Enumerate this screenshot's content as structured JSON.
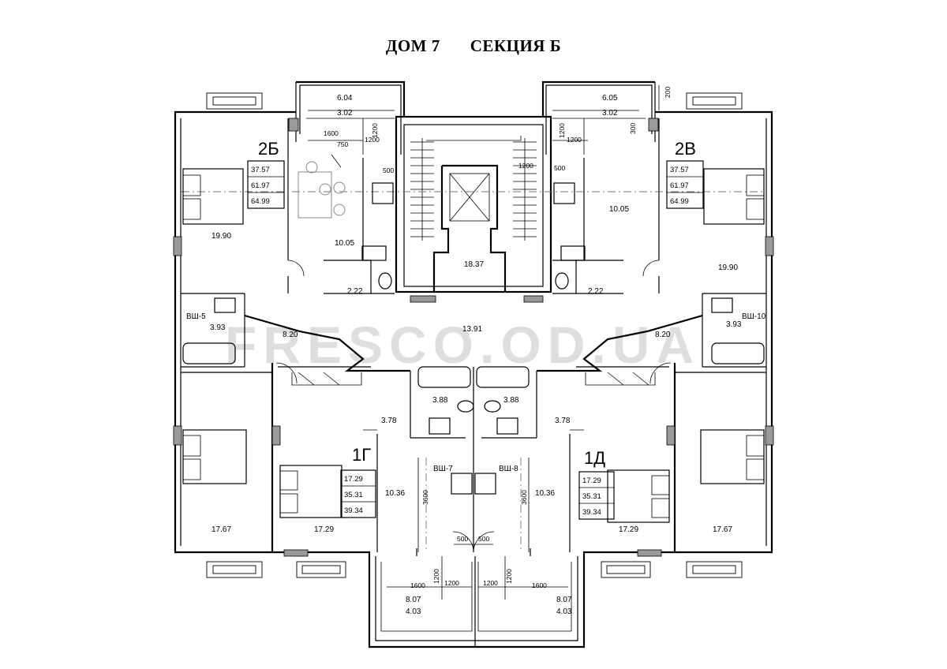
{
  "title": {
    "house": "ДОМ 7",
    "section": "СЕКЦИЯ Б"
  },
  "watermark": "FRESCO.OD.UA",
  "apartments": [
    {
      "id": "2Б",
      "areas": [
        "37.57",
        "61.97",
        "64.99"
      ]
    },
    {
      "id": "2В",
      "areas": [
        "37.57",
        "61.97",
        "64.99"
      ]
    },
    {
      "id": "1Г",
      "areas": [
        "17.29",
        "35.31",
        "39.34"
      ]
    },
    {
      "id": "1Д",
      "areas": [
        "17.29",
        "35.31",
        "39.34"
      ]
    }
  ],
  "rooms": {
    "bal_tl": [
      "6.04",
      "3.02"
    ],
    "bal_tr": [
      "6.05",
      "3.02"
    ],
    "bal_bl": [
      "8.07",
      "4.03"
    ],
    "bal_br": [
      "8.07",
      "4.03"
    ],
    "bed_2b": "19.90",
    "bed_2v": "19.90",
    "kitchen_2b": "10.05",
    "kitchen_2v": "10.05",
    "wc_2b": "2.22",
    "wc_2v": "2.22",
    "bath_2b": "3.93",
    "bath_2v": "3.93",
    "hall_2b": "8.20",
    "hall_2v": "8.20",
    "stair": "18.37",
    "corridor": "13.91",
    "room_l": "17.67",
    "room_r": "17.67",
    "bed_1g": "17.29",
    "bed_1d": "17.29",
    "hall_1g": "3.78",
    "hall_1d": "3.78",
    "bath_1g": "3.88",
    "bath_1d": "3.88",
    "kitchen_1g": "10.36",
    "kitchen_1d": "10.36"
  },
  "shafts": [
    "ВШ-5",
    "ВШ-10",
    "ВШ-7",
    "ВШ-8"
  ],
  "dims": {
    "d1600": "1600",
    "d1200": "1200",
    "d750": "750",
    "d500": "500",
    "d200": "200",
    "d300": "300",
    "d3600": "3600"
  }
}
